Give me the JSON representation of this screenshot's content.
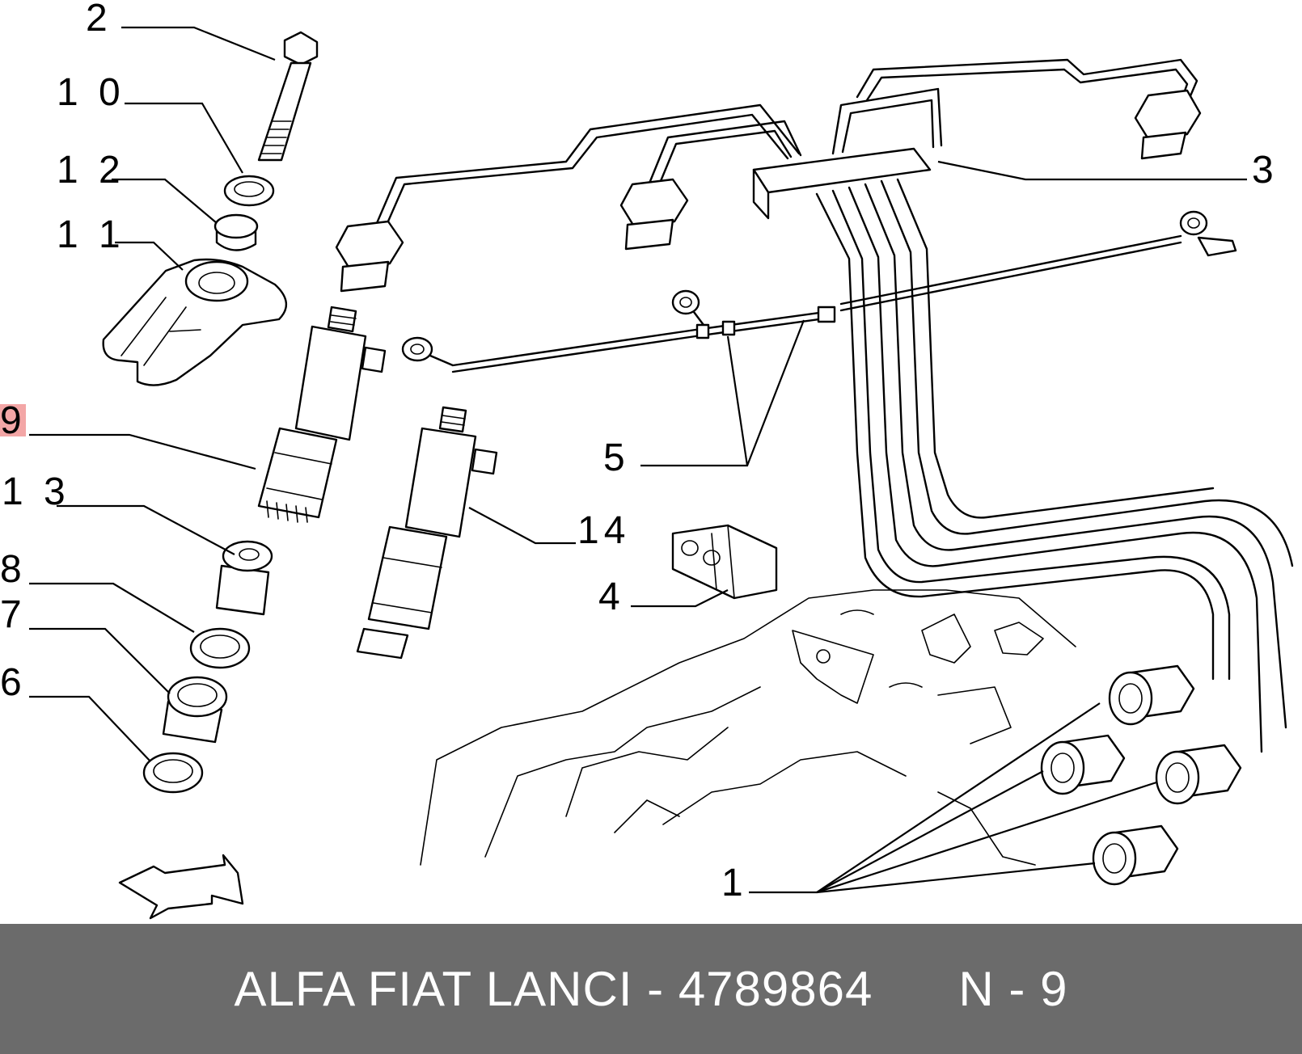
{
  "callouts": {
    "c1": "1",
    "c2": "2",
    "c3": "3",
    "c4": "4",
    "c5": "5",
    "c6": "6",
    "c7": "7",
    "c8": "8",
    "c9": "9",
    "c10": "1 0",
    "c11": "1 1",
    "c12": "1 2",
    "c13": "1 3",
    "c14": "14"
  },
  "highlighted_callout": "9",
  "colors": {
    "highlight": "#f3a6a6",
    "footer_background": "#6b6b6b",
    "footer_text": "#ffffff",
    "line_art": "#000000"
  },
  "footer": {
    "text": "ALFA FIAT LANCI - 4789864      N - 9"
  }
}
